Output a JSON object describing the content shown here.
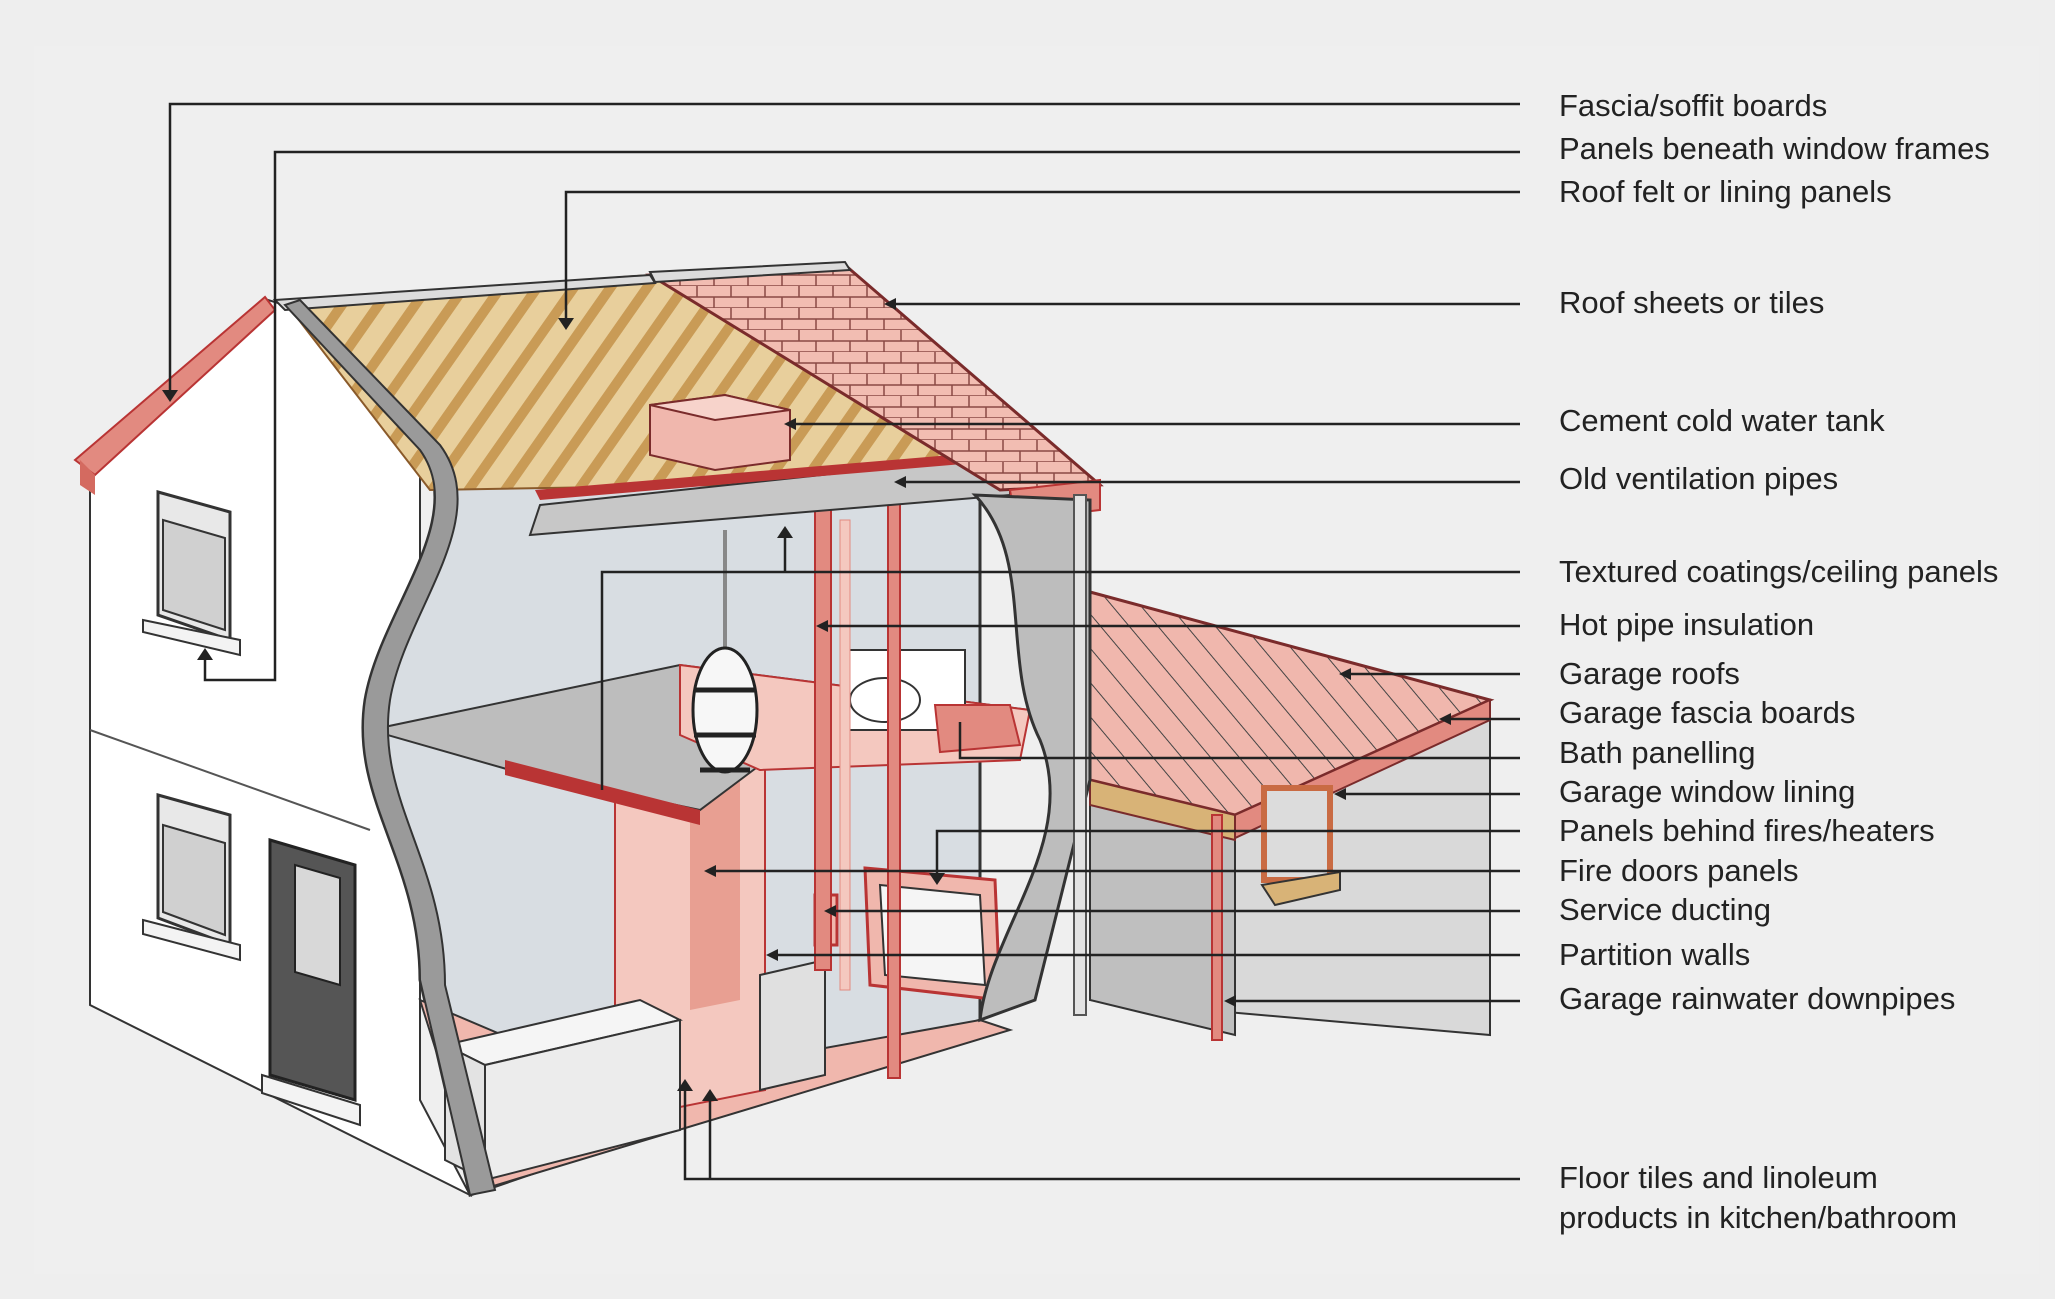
{
  "labels": [
    {
      "id": "fascia-soffit",
      "text": "Fascia/soffit boards"
    },
    {
      "id": "panels-window",
      "text": "Panels beneath window frames"
    },
    {
      "id": "roof-felt",
      "text": "Roof felt or lining panels"
    },
    {
      "id": "roof-sheets",
      "text": "Roof sheets or tiles"
    },
    {
      "id": "water-tank",
      "text": "Cement cold water tank"
    },
    {
      "id": "vent-pipes",
      "text": "Old ventilation pipes"
    },
    {
      "id": "textured-coatings",
      "text": "Textured coatings/ceiling panels"
    },
    {
      "id": "hot-pipe",
      "text": "Hot pipe insulation"
    },
    {
      "id": "garage-roofs",
      "text": "Garage roofs"
    },
    {
      "id": "garage-fascia",
      "text": "Garage fascia boards"
    },
    {
      "id": "bath-panelling",
      "text": "Bath panelling"
    },
    {
      "id": "garage-window",
      "text": "Garage window lining"
    },
    {
      "id": "panels-fires",
      "text": "Panels behind fires/heaters"
    },
    {
      "id": "fire-doors",
      "text": "Fire doors panels"
    },
    {
      "id": "service-ducting",
      "text": "Service ducting"
    },
    {
      "id": "partition-walls",
      "text": "Partition walls"
    },
    {
      "id": "garage-downpipes",
      "text": "Garage rainwater downpipes"
    },
    {
      "id": "floor-tiles",
      "text": "Floor tiles and linoleum\nproducts in kitchen/bathroom"
    }
  ],
  "colors": {
    "accent_red": "#cf3a3a",
    "asbestos_pink": "#f0b7ad",
    "timber": "#d8b377",
    "wall_white": "#ffffff",
    "outline": "#333333"
  }
}
